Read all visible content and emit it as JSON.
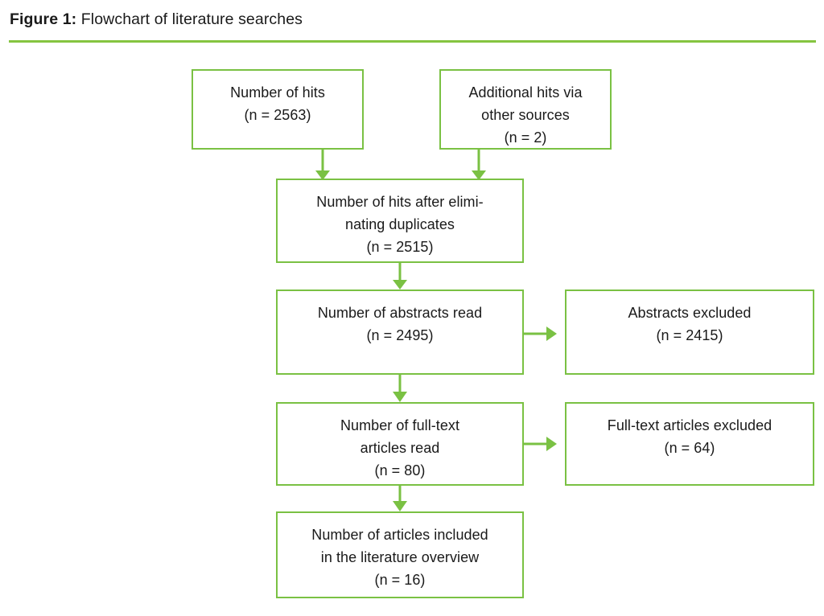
{
  "figure": {
    "caption_label": "Figure 1:",
    "caption_text": " Flowchart of literature searches",
    "accent_color": "#7ac143",
    "rule_color": "#85c440",
    "text_color": "#1a1a1a",
    "background_color": "#ffffff"
  },
  "chart_data": {
    "type": "diagram",
    "title": "Flowchart of literature searches",
    "diagram_kind": "prisma-flowchart",
    "nodes": [
      {
        "id": "hits",
        "lines": [
          "Number of hits",
          "(n = 2563)"
        ],
        "label": "Number of hits",
        "count": 2563
      },
      {
        "id": "additional-hits",
        "lines": [
          "Additional hits via",
          "other sources",
          "(n = 2)"
        ],
        "label": "Additional hits via other sources",
        "count": 2
      },
      {
        "id": "after-duplicates",
        "lines": [
          "Number of hits after elimi-",
          "nating duplicates",
          "(n = 2515)"
        ],
        "label": "Number of hits after eliminating duplicates",
        "count": 2515
      },
      {
        "id": "abstracts-read",
        "lines": [
          "Number of abstracts read",
          "(n = 2495)"
        ],
        "label": "Number of abstracts read",
        "count": 2495
      },
      {
        "id": "abstracts-excluded",
        "lines": [
          "Abstracts excluded",
          "(n = 2415)"
        ],
        "label": "Abstracts excluded",
        "count": 2415
      },
      {
        "id": "fulltext-read",
        "lines": [
          "Number of full-text",
          "articles read",
          "(n = 80)"
        ],
        "label": "Number of full-text articles read",
        "count": 80
      },
      {
        "id": "fulltext-excluded",
        "lines": [
          "Full-text articles excluded",
          "(n = 64)"
        ],
        "label": "Full-text articles excluded",
        "count": 64
      },
      {
        "id": "included",
        "lines": [
          "Number of articles included",
          "in the literature overview",
          "(n = 16)"
        ],
        "label": "Number of articles included in the literature overview",
        "count": 16
      }
    ],
    "edges": [
      {
        "from": "hits",
        "to": "after-duplicates",
        "direction": "down"
      },
      {
        "from": "additional-hits",
        "to": "after-duplicates",
        "direction": "down"
      },
      {
        "from": "after-duplicates",
        "to": "abstracts-read",
        "direction": "down"
      },
      {
        "from": "abstracts-read",
        "to": "abstracts-excluded",
        "direction": "right"
      },
      {
        "from": "abstracts-read",
        "to": "fulltext-read",
        "direction": "down"
      },
      {
        "from": "fulltext-read",
        "to": "fulltext-excluded",
        "direction": "right"
      },
      {
        "from": "fulltext-read",
        "to": "included",
        "direction": "down"
      }
    ]
  }
}
